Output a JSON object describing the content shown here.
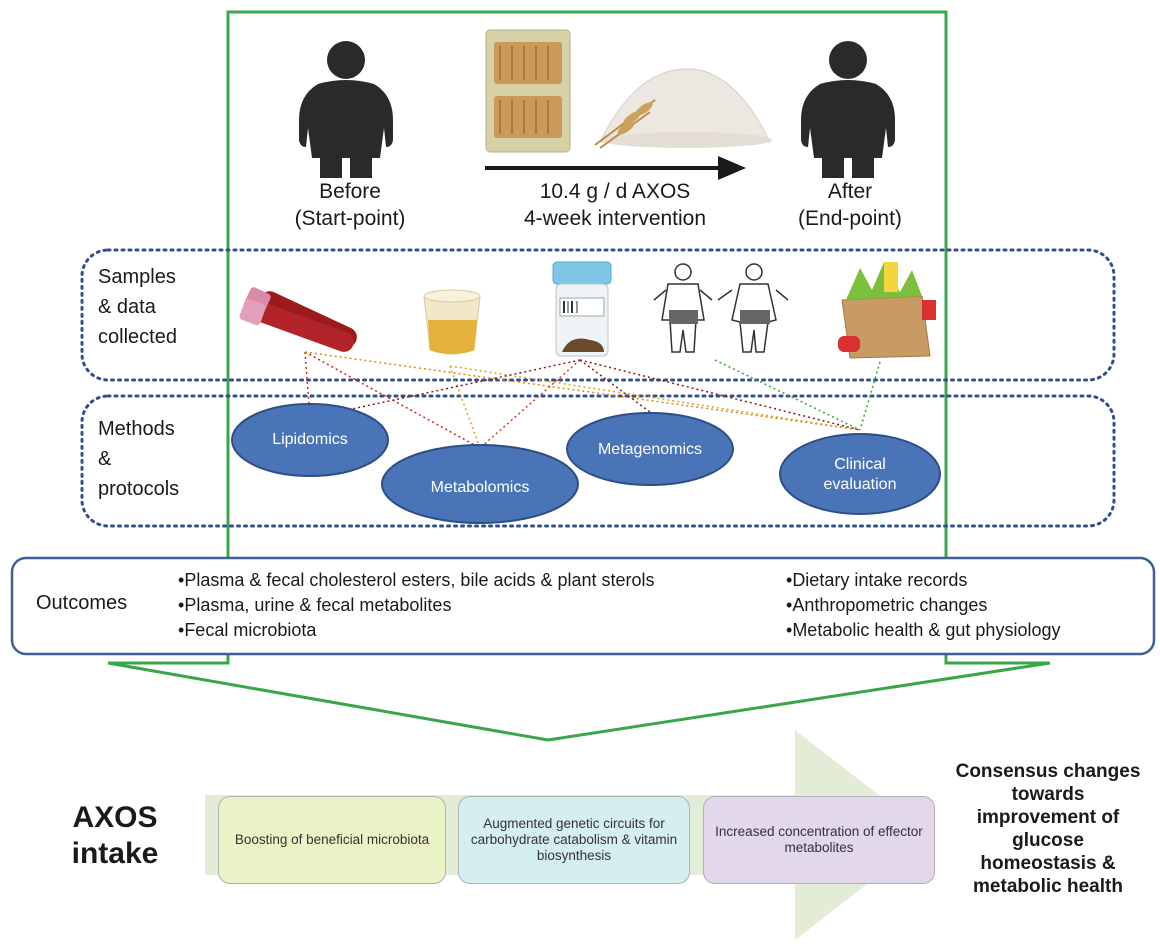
{
  "header": {
    "before_label": "Before",
    "before_sub": "(Start-point)",
    "after_label": "After",
    "after_sub": "(End-point)",
    "intervention_dose": "10.4 g / d AXOS",
    "intervention_duration": "4-week intervention"
  },
  "samples_row": {
    "title_lines": [
      "Samples",
      "& data",
      "collected"
    ],
    "icons": [
      "blood-tubes-icon",
      "urine-cup-icon",
      "fecal-specimen-container-icon",
      "body-measurement-figures-icon",
      "grocery-bag-icon"
    ]
  },
  "methods_row": {
    "title_lines": [
      "Methods",
      "&",
      "protocols"
    ],
    "methods": [
      "Lipidomics",
      "Metabolomics",
      "Metagenomics",
      "Clinical evaluation"
    ]
  },
  "outcomes": {
    "title": "Outcomes",
    "left_items": [
      "Plasma & fecal cholesterol esters, bile acids & plant sterols",
      "Plasma, urine & fecal metabolites",
      "Fecal microbiota"
    ],
    "right_items": [
      "Dietary intake records",
      "Anthropometric changes",
      "Metabolic health & gut physiology"
    ]
  },
  "bottom": {
    "intake_label_lines": [
      "AXOS",
      "intake"
    ],
    "steps": [
      "Boosting of beneficial microbiota",
      "Augmented genetic circuits for carbohydrate catabolism & vitamin biosynthesis",
      "Increased concentration of effector metabolites"
    ],
    "conclusion_lines": [
      "Consensus changes",
      "towards",
      "improvement of",
      "glucose",
      "homeostasis &",
      "metabolic health"
    ]
  },
  "colors": {
    "frame_green": "#3aa64a",
    "dotted_blue": "#2f4f8f",
    "ellipse_fill": "#4a74b8",
    "ellipse_stroke": "#2d4f86",
    "outcome_border": "#3f5f95",
    "silhouette": "#2a2a2a",
    "step1_fill": "#eaf3c6",
    "step2_fill": "#d5eef0",
    "step3_fill": "#e3d7ec",
    "big_arrow_fill": "#e3ecd6"
  }
}
